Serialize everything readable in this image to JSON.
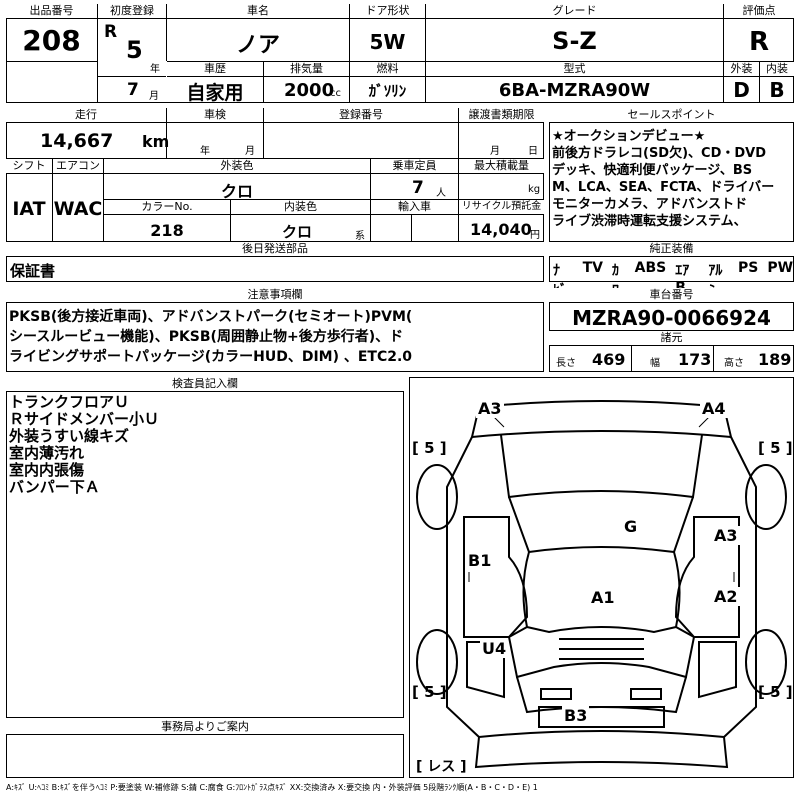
{
  "header": {
    "lot_label": "出品番号",
    "lot": "208",
    "reg_label": "初度登録",
    "era": "R",
    "year": "5",
    "year_unit": "年",
    "month": "7",
    "month_unit": "月",
    "car_name_label": "車名",
    "car_name": "ノア",
    "door_label": "ドア形状",
    "door": "5W",
    "grade_label": "グレード",
    "grade": "S-Z",
    "score_label": "評価点",
    "score": "R",
    "history_label": "車歴",
    "history": "自家用",
    "displacement_label": "排気量",
    "displacement": "2000",
    "displacement_unit": "cc",
    "fuel_label": "燃料",
    "fuel": "ｶﾞｿﾘﾝ",
    "model_label": "型式",
    "model": "6BA-MZRA90W",
    "exterior_label": "外装",
    "exterior": "D",
    "interior_label": "内装",
    "interior": "B"
  },
  "row2": {
    "mileage_label": "走行",
    "mileage": "14,667",
    "mileage_unit": "km",
    "inspection_label": "車検",
    "insp_year_unit": "年",
    "insp_month_unit": "月",
    "plate_label": "登録番号",
    "transfer_label": "譲渡書類期限",
    "transfer_month_unit": "月",
    "transfer_day_unit": "日",
    "shift_label": "シフト",
    "shift": "IAT",
    "ac_label": "エアコン",
    "ac": "WAC",
    "ext_color_label": "外装色",
    "ext_color": "クロ",
    "capacity_label": "乗車定員",
    "capacity": "7",
    "capacity_unit": "人",
    "load_label": "最大積載量",
    "load_unit": "kg",
    "color_no_label": "カラーNo.",
    "color_no": "218",
    "int_color_label": "内装色",
    "int_color": "クロ",
    "int_color_unit": "系",
    "import_label": "輸入車",
    "recycle_label": "リサイクル預託金",
    "recycle": "14,040",
    "recycle_unit": "円",
    "later_parts_label": "後日発送部品",
    "later_parts": "保証書"
  },
  "sales_points": {
    "label": "セールスポイント",
    "lines": [
      "★オークションデビュー★",
      "前後方ドラレコ(SD欠)、CD・DVD",
      "デッキ、快適利便パッケージ、BS",
      "M、LCA、SEA、FCTA、ドライバー",
      "モニターカメラ、アドバンストド",
      "ライブ渋滞時運転支援システム、"
    ],
    "equip_label": "純正装備",
    "equipment": [
      "ﾅﾋﾞ",
      "TV",
      "ｶﾜ",
      "ABS",
      "ｴｱB",
      "ｱﾙﾐ",
      "PS",
      "PW"
    ]
  },
  "notes": {
    "label": "注意事項欄",
    "lines": [
      "PKSB(後方接近車両)、アドバンストパーク(セミオート)PVM(",
      "シースルービュー機能)、PKSB(周囲静止物+後方歩行者)、ド",
      "ライビングサポートパッケージ(カラーHUD、DIM) 、ETC2.0"
    ]
  },
  "chassis": {
    "label": "車台番号",
    "number": "MZRA90-0066924",
    "dims_label": "諸元",
    "length_label": "長さ",
    "length": "469",
    "width_label": "幅",
    "width": "173",
    "height_label": "高さ",
    "height": "189"
  },
  "inspector": {
    "label": "検査員記入欄",
    "lines": [
      "トランクフロアＵ",
      "Ｒサイドメンバー小Ｕ",
      "外装うすい線キズ",
      "室内薄汚れ",
      "室内内張傷",
      "バンパー下Ａ"
    ]
  },
  "office": {
    "label": "事務局よりご案内"
  },
  "diagram": {
    "marks": [
      "A3",
      "A4",
      "G",
      "B1",
      "A3",
      "A2",
      "A1",
      "U4",
      "B3"
    ],
    "tires": [
      "5",
      "5",
      "5",
      "5"
    ],
    "spare": "レス"
  },
  "legend": "A:ｷｽﾞ U:ﾍｺﾐ B:ｷｽﾞを伴うﾍｺﾐ P:要塗装 W:補修跡 S:錆 C:腐食 G:ﾌﾛﾝﾄｶﾞﾗｽ点ｷｽﾞ XX:交換済み X:要交換 内・外装評価 5段階ﾗﾝｸ順(A・B・C・D・E) 1"
}
